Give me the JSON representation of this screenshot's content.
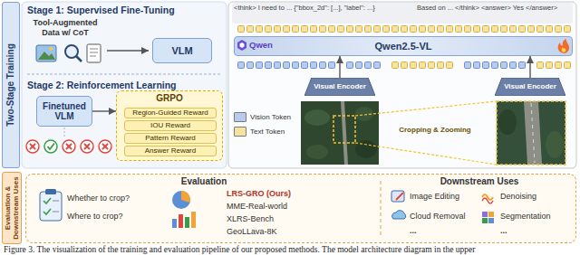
{
  "diagram": {
    "caption": "Figure 3. The visualization of the training and evaluation pipeline of our proposed methods. The model architecture diagram in the upper",
    "nodes": [
      {
        "text": [
          "Two-Stage Training"
        ]
      },
      {
        "text": [
          "VLM"
        ]
      },
      {
        "text": [
          "Finetuned VLM"
        ]
      },
      {
        "text": [
          "GRPO"
        ]
      },
      {
        "text": [
          "Region-Guided Reward"
        ],
        "in": 3
      },
      {
        "text": [
          "IOU Reward"
        ],
        "in": 3
      },
      {
        "text": [
          "Pattern Reward"
        ],
        "in": 3
      },
      {
        "text": [
          "Answer Reward"
        ],
        "in": 3
      },
      {
        "text": [
          "Qwen2.5-VL"
        ]
      },
      {
        "text": [
          "Visual Encoder"
        ]
      },
      {
        "text": [
          "Visual Encoder"
        ]
      },
      {
        "text": [
          "Evaluation & Downstream Uses"
        ]
      },
      {
        "text": [
          "Evaluation",
          "Downstream Uses"
        ]
      }
    ],
    "edges": [
      {
        "from": 2,
        "to": 3,
        "arrow": "to"
      },
      {
        "from": 9,
        "to": 8,
        "arrow": "to"
      },
      {
        "from": 10,
        "to": 8,
        "arrow": "to"
      }
    ],
    "labels": [
      "Stage 1: Supervised Fine-Tuning",
      "Tool-Augmented Data w/ CoT",
      "Stage 2: Reinforcement Learning",
      "<think> I need to ... {\"bbox_2d\": [...], \"label\": ...}",
      "Based on ... </think> <answer> Yes </answer>",
      "Qwen",
      "Cropping & Zooming",
      "Whether to crop?",
      "Where to crop?",
      "LRS-GRO (Ours)",
      "MME-Real-world",
      "XLRS-Bench",
      "GeoLLava-8K",
      "Image Editing",
      "Cloud Removal",
      "...",
      "Denoising",
      "Segmentation",
      "..."
    ],
    "legend": [
      {
        "text": "Vision Token",
        "color": "#b9cbec"
      },
      {
        "text": "Text Token",
        "color": "#f6e3a1"
      }
    ]
  }
}
